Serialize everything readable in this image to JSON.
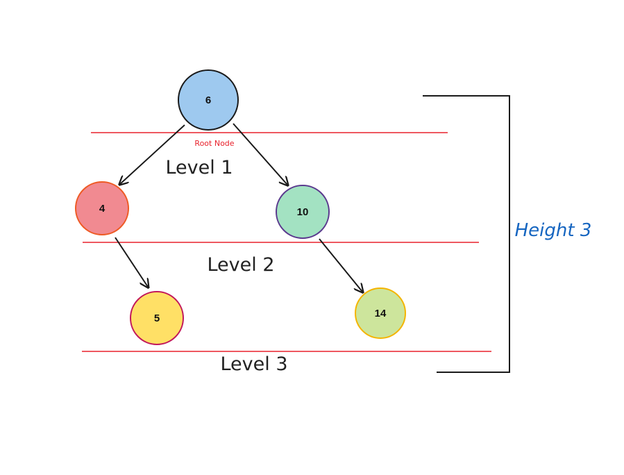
{
  "diagram": {
    "nodes": [
      {
        "id": "n6",
        "label": "6",
        "fill": "#9ec9ef",
        "stroke": "#1a1a1a"
      },
      {
        "id": "n4",
        "label": "4",
        "fill": "#f18a91",
        "stroke": "#ee5a24"
      },
      {
        "id": "n10",
        "label": "10",
        "fill": "#a3e2c2",
        "stroke": "#5b3a8e"
      },
      {
        "id": "n5",
        "label": "5",
        "fill": "#ffe066",
        "stroke": "#c2185b"
      },
      {
        "id": "n14",
        "label": "14",
        "fill": "#cde59c",
        "stroke": "#f4b400"
      }
    ],
    "edges": [
      {
        "from": "6",
        "to": "4"
      },
      {
        "from": "6",
        "to": "10"
      },
      {
        "from": "4",
        "to": "5"
      },
      {
        "from": "10",
        "to": "14"
      }
    ],
    "root_label": "Root Node",
    "levels": [
      "Level 1",
      "Level 2",
      "Level 3"
    ],
    "height_label": "Height 3",
    "colors": {
      "level_line": "#e8212b",
      "root_label": "#e8212b",
      "height_label": "#1565c0",
      "arrow": "#1a1a1a"
    }
  }
}
